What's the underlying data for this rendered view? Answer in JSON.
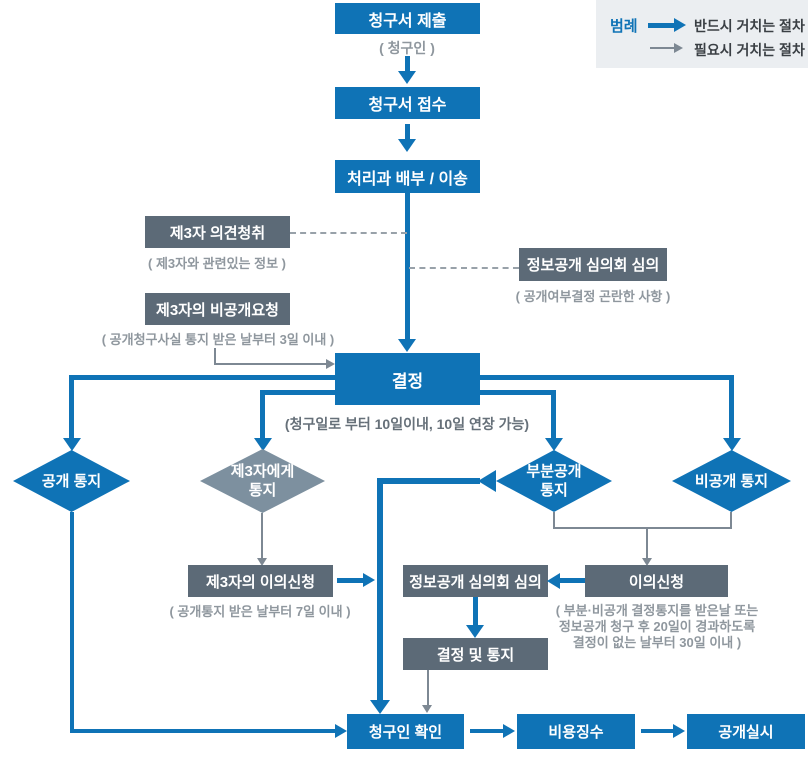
{
  "palette": {
    "blue": "#0f73b6",
    "slate_box": "#5c6a77",
    "slate_diamond": "#7d909f",
    "gray_line": "#7d8893",
    "note_text": "#8f979e",
    "legend_bg": "#ebeef1",
    "legend_text": "#3a3f44",
    "background": "#ffffff"
  },
  "legend": {
    "title": "범례",
    "items": [
      {
        "icon": "blue-arrow-icon",
        "label": "반드시 거치는 절차"
      },
      {
        "icon": "gray-arrow-icon",
        "label": "필요시 거치는 절차"
      }
    ]
  },
  "flow": {
    "submit": {
      "label": "청구서 제출",
      "note": "( 청구인 )"
    },
    "receive": {
      "label": "청구서 접수"
    },
    "assign": {
      "label": "처리과 배부 / 이송"
    },
    "third_party_opinion": {
      "label": "제3자 의견청취",
      "note": "( 제3자와 관련있는 정보 )"
    },
    "committee_review_top": {
      "label": "정보공개 심의회 심의",
      "note": "( 공개여부결정 곤란한 사항 )"
    },
    "third_party_private_request": {
      "label": "제3자의 비공개요청",
      "note": "( 공개청구사실 통지 받은 날부터 3일 이내 )"
    },
    "decision": {
      "label": "결정",
      "note": "(청구일로 부터 10일이내, 10일 연장 가능)"
    },
    "notice_open": {
      "label": "공개 통지"
    },
    "notice_third_party": {
      "line1": "제3자에게",
      "line2": "통지"
    },
    "notice_partial": {
      "line1": "부분공개",
      "line2": "통지"
    },
    "notice_closed": {
      "label": "비공개 통지"
    },
    "third_party_objection": {
      "label": "제3자의 이의신청",
      "note": "( 공개통지 받은 날부터 7일 이내 )"
    },
    "committee_review_mid": {
      "label": "정보공개 심의회 심의"
    },
    "objection": {
      "label": "이의신청",
      "note_lines": [
        "( 부분·비공개 결정통지를 받은날 또는",
        "정보공개 청구 후 20일이 경과하도록",
        "결정이 없는 날부터 30일 이내 )"
      ]
    },
    "decision_and_notice": {
      "label": "결정 및 통지"
    },
    "requester_confirm": {
      "label": "청구인 확인"
    },
    "fee_collection": {
      "label": "비용징수"
    },
    "disclosure": {
      "label": "공개실시"
    }
  }
}
